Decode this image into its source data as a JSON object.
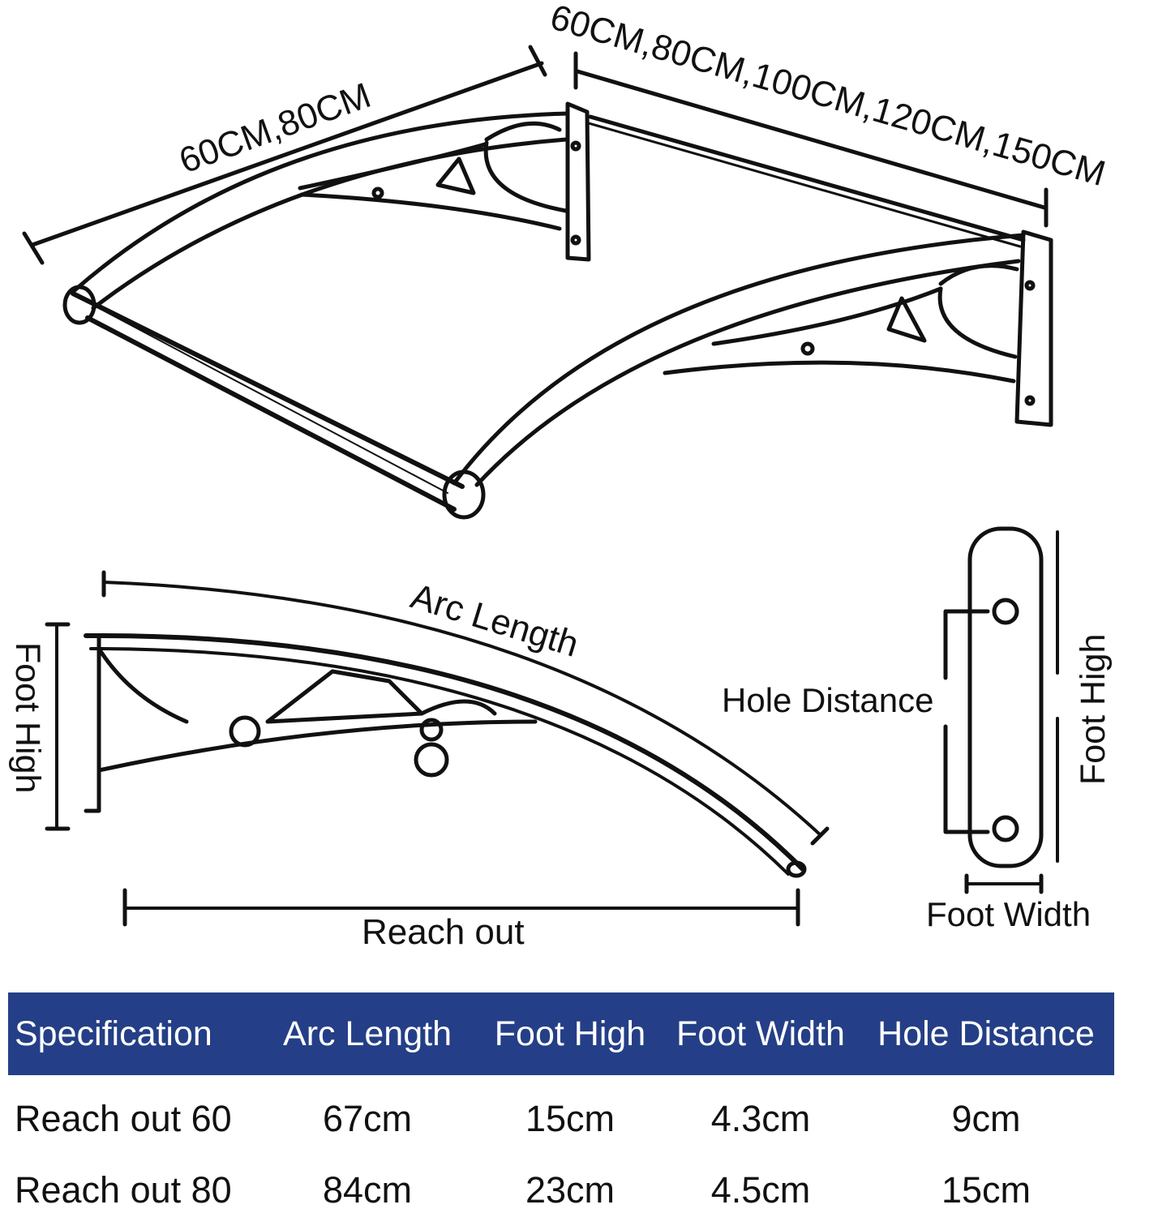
{
  "canopy": {
    "depth_label": "60CM,80CM",
    "width_label": "60CM,80CM,100CM,120CM,150CM"
  },
  "side_view": {
    "arc_length_label": "Arc Length",
    "foot_high_label": "Foot High",
    "reach_out_label": "Reach out"
  },
  "foot_plate": {
    "hole_distance_label": "Hole Distance",
    "foot_high_label": "Foot High",
    "foot_width_label": "Foot Width"
  },
  "table": {
    "header_bg": "#243f87",
    "headers": [
      "Specification",
      "Arc Length",
      "Foot High",
      "Foot Width",
      "Hole Distance"
    ],
    "rows": [
      [
        "Reach out 60",
        "67cm",
        "15cm",
        "4.3cm",
        "9cm"
      ],
      [
        "Reach out 80",
        "84cm",
        "23cm",
        "4.5cm",
        "15cm"
      ]
    ]
  }
}
